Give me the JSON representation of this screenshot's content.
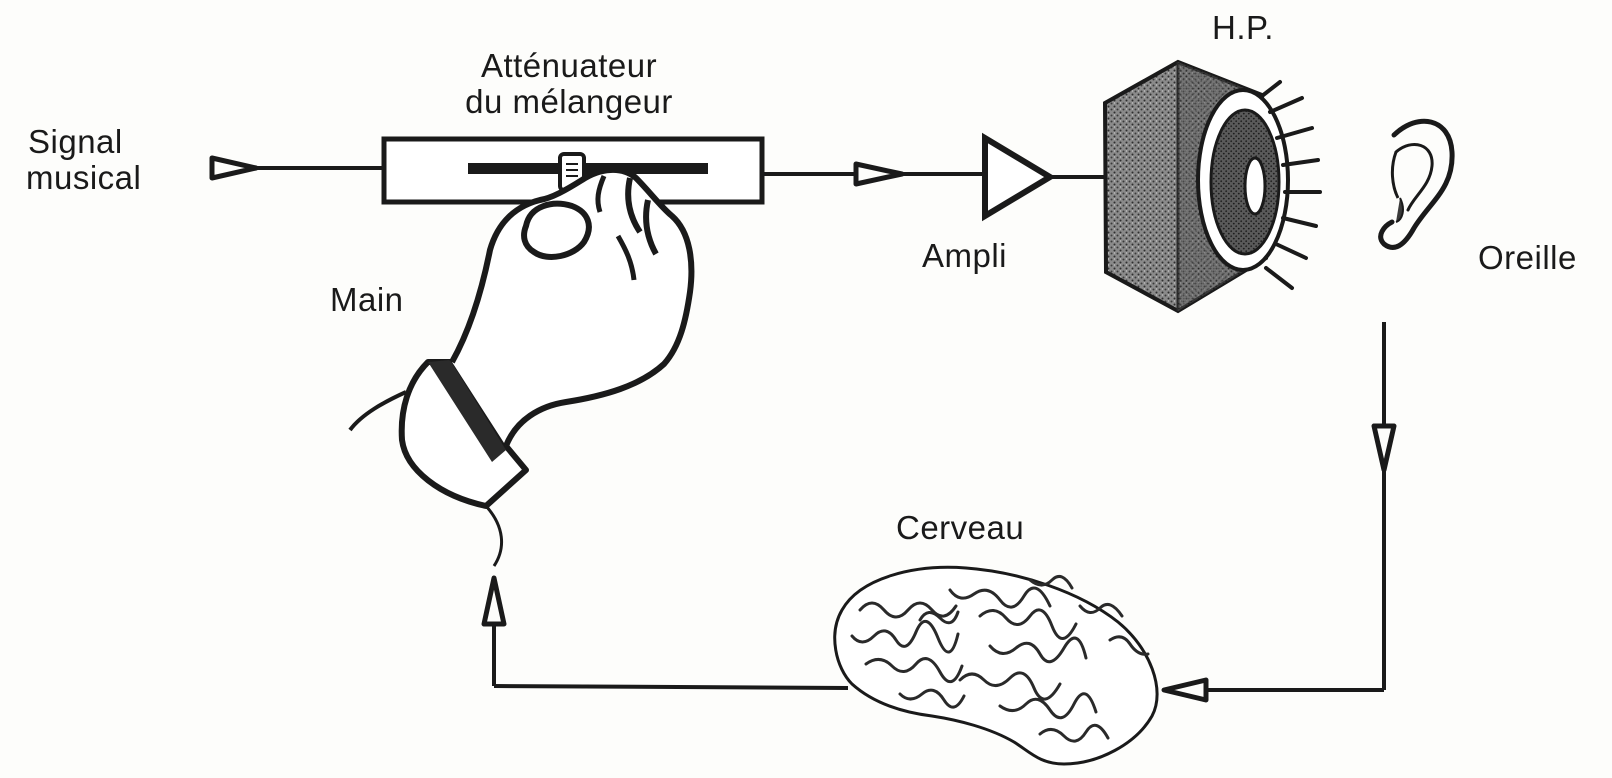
{
  "labels": {
    "signal": [
      "Signal",
      "musical"
    ],
    "attenuator": [
      "Atténuateur",
      "du mélangeur"
    ],
    "hand": "Main",
    "amp": "Ampli",
    "speaker": "H.P.",
    "ear": "Oreille",
    "brain": "Cerveau"
  },
  "colors": {
    "ink": "#1a1a1a",
    "shade": "#6e6e6e",
    "dark_shade": "#3c3c3c",
    "paper": "#fdfdfb"
  }
}
